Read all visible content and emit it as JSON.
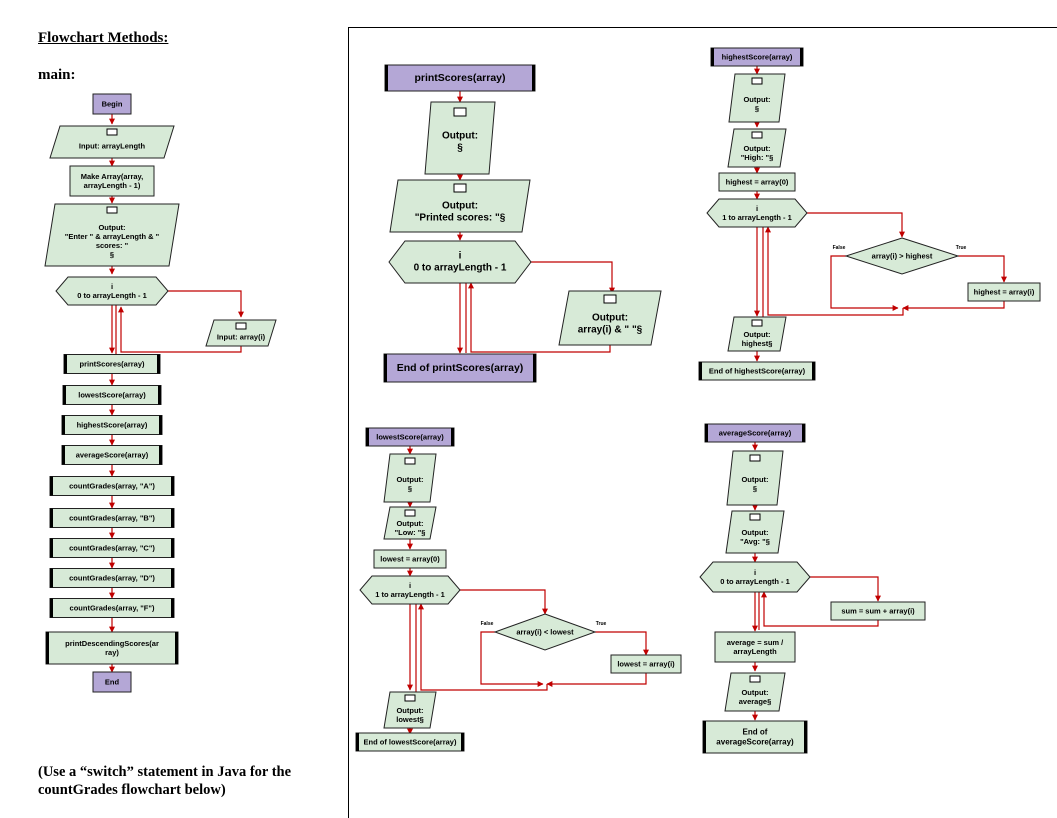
{
  "page": {
    "heading": "Flowchart Methods:",
    "main_label": "main:",
    "note": "(Use a “switch” statement in Java for the countGrades flowchart below)"
  },
  "colors": {
    "terminal_fill": "#b4a7d6",
    "shape_fill": "#d7ead7",
    "arrow": "#c00000",
    "outline": "#222222"
  },
  "main_flow": {
    "begin": "Begin",
    "input_length": "Input: arrayLength",
    "make_array": [
      "Make Array(array,",
      "arrayLength - 1)"
    ],
    "output_prompt": [
      "Output:",
      "\"Enter \" & arrayLength & \"",
      "scores: \"",
      "§"
    ],
    "loop": [
      "i",
      "0 to arrayLength - 1"
    ],
    "input_item": "Input: array(i)",
    "calls": [
      "printScores(array)",
      "lowestScore(array)",
      "highestScore(array)",
      "averageScore(array)",
      "countGrades(array, \"A\")",
      "countGrades(array, \"B\")",
      "countGrades(array, \"C\")",
      "countGrades(array, \"D\")",
      "countGrades(array, \"F\")"
    ],
    "print_desc": [
      "printDescendingScores(ar",
      "ray)"
    ],
    "end": "End"
  },
  "print_scores": {
    "title": "printScores(array)",
    "output_blank": [
      "Output:",
      "§"
    ],
    "output_header": [
      "Output:",
      "\"Printed scores: \"§"
    ],
    "loop": [
      "i",
      "0 to arrayLength - 1"
    ],
    "output_item": [
      "Output:",
      "array(i) & \" \"§"
    ],
    "end": "End of printScores(array)"
  },
  "highest_score": {
    "title": "highestScore(array)",
    "output_blank": [
      "Output:",
      "§"
    ],
    "output_header": [
      "Output:",
      "\"High: \"§"
    ],
    "assign": "highest = array(0)",
    "loop": [
      "i",
      "1 to arrayLength - 1"
    ],
    "condition": "array(i) > highest",
    "false_label": "False",
    "true_label": "True",
    "update": "highest = array(i)",
    "output_result": [
      "Output:",
      "highest§"
    ],
    "end": "End of highestScore(array)"
  },
  "lowest_score": {
    "title": "lowestScore(array)",
    "output_blank": [
      "Output:",
      "§"
    ],
    "output_header": [
      "Output:",
      "\"Low: \"§"
    ],
    "assign": "lowest = array(0)",
    "loop": [
      "i",
      "1 to arrayLength - 1"
    ],
    "condition": "array(i) < lowest",
    "false_label": "False",
    "true_label": "True",
    "update": "lowest = array(i)",
    "output_result": [
      "Output:",
      "lowest§"
    ],
    "end": "End of lowestScore(array)"
  },
  "average_score": {
    "title": "averageScore(array)",
    "output_blank": [
      "Output:",
      "§"
    ],
    "output_header": [
      "Output:",
      "\"Avg: \"§"
    ],
    "loop": [
      "i",
      "0 to arrayLength - 1"
    ],
    "sum": "sum = sum + array(i)",
    "average": [
      "average = sum /",
      "arrayLength"
    ],
    "output_result": [
      "Output:",
      "average§"
    ],
    "end": [
      "End of",
      "averageScore(array)"
    ]
  }
}
